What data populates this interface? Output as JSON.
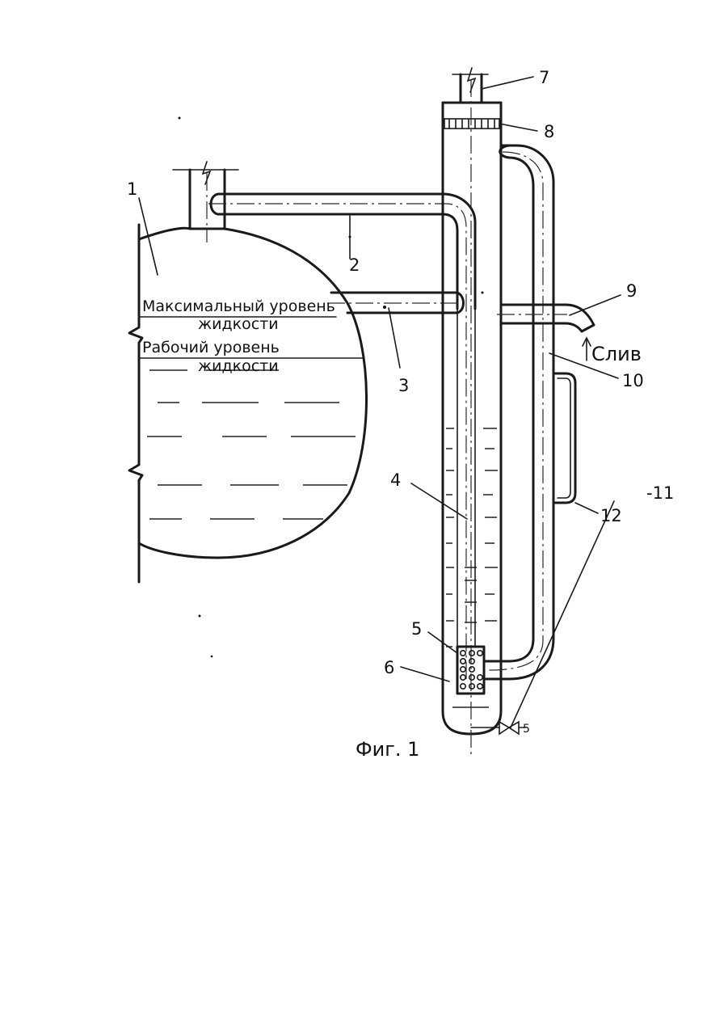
{
  "figure": {
    "caption": "Фиг. 1"
  },
  "labels": {
    "max_level_line1": "Максимальный уровень",
    "max_level_line2": "жидкости",
    "work_level_line1": "Рабочий уровень",
    "work_level_line2": "жидкости",
    "drain": "Слив",
    "valve_mark": "5"
  },
  "callouts": [
    "1",
    "2",
    "3",
    "4",
    "5",
    "6",
    "7",
    "8",
    "9",
    "10",
    "-11",
    "12"
  ],
  "colors": {
    "ink": "#1a1a1a",
    "paper": "#ffffff"
  }
}
